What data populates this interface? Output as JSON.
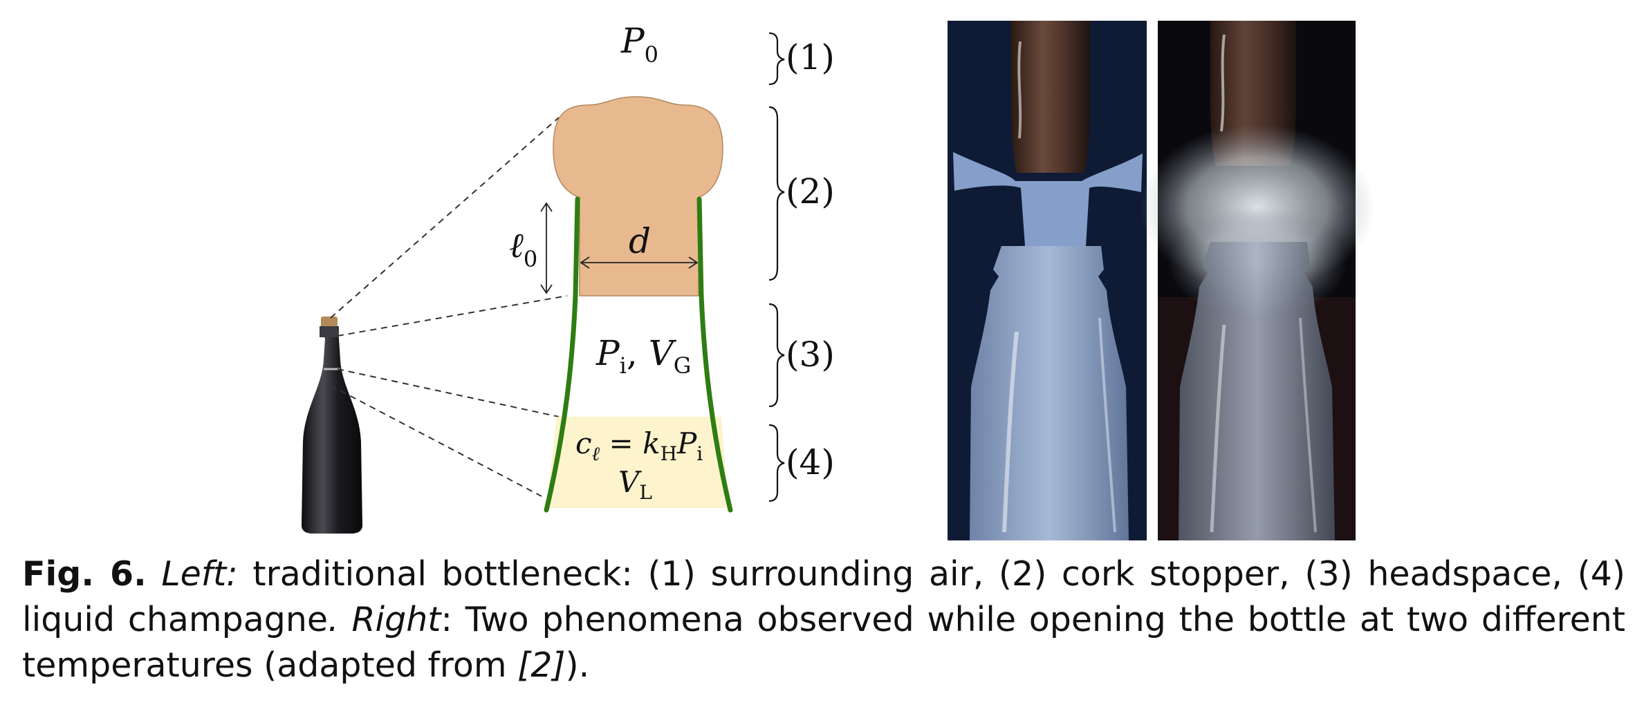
{
  "diagram": {
    "surrounding_pressure": "P",
    "surrounding_pressure_sub": "0",
    "cork_length": "ℓ",
    "cork_length_sub": "0",
    "cork_diameter": "d",
    "headspace_p": "P",
    "headspace_p_sub": "i",
    "headspace_sep": ", ",
    "headspace_v": "V",
    "headspace_v_sub": "G",
    "liquid_c": "c",
    "liquid_c_sub": "ℓ",
    "liquid_eq": " = ",
    "liquid_k": "k",
    "liquid_k_sub": "H",
    "liquid_p": "P",
    "liquid_p_sub": "i",
    "liquid_v": "V",
    "liquid_v_sub": "L",
    "region_labels": [
      "(1)",
      "(2)",
      "(3)",
      "(4)"
    ],
    "colors": {
      "cork": "#e8b98f",
      "glass": "#2e7d12",
      "liquid": "#fdf3cc",
      "bottle": "#1e1e22"
    }
  },
  "caption": {
    "fig_label": "Fig. 6.",
    "left_label": "Left:",
    "left_text": " traditional bottleneck: (1) surrounding air, (2) cork stopper, (3) headspace, (4) liquid champagne",
    "period": ".",
    "right_label": "Right",
    "right_text": ": Two phenomena observed while opening the bottle at two different temperatures (adapted from ",
    "ref": "[2]",
    "end": ")."
  }
}
